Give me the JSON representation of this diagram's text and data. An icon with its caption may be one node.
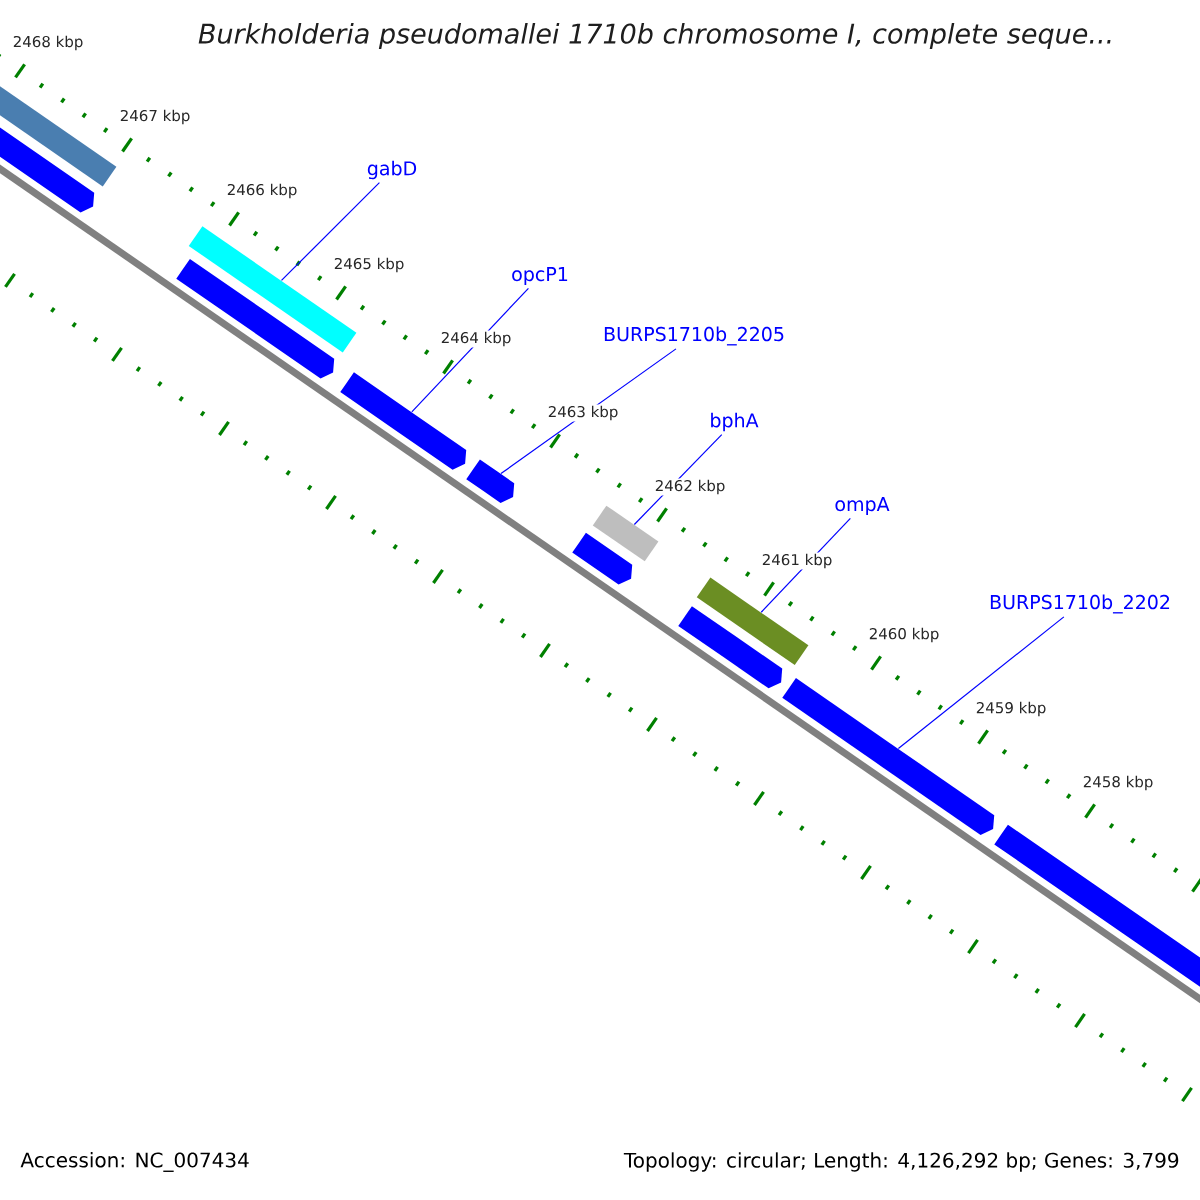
{
  "diagram": {
    "title": "Burkholderia pseudomallei 1710b chromosome I, complete seque...",
    "nodes": [
      {
        "text": [
          "gabD"
        ]
      },
      {
        "text": [
          "opcP1"
        ]
      },
      {
        "text": [
          "BURPS1710b_2205"
        ]
      },
      {
        "text": [
          "bphA"
        ]
      },
      {
        "text": [
          "ompA"
        ]
      },
      {
        "text": [
          "BURPS1710b_2202"
        ]
      },
      {
        "text": [],
        "shape": "bar"
      },
      {
        "text": [],
        "shape": "pentagon"
      },
      {
        "text": [],
        "shape": "bar"
      },
      {
        "text": [],
        "shape": "pentagon"
      },
      {
        "text": [],
        "shape": "pentagon"
      },
      {
        "text": [],
        "shape": "pentagon"
      },
      {
        "text": [],
        "shape": "pentagon"
      },
      {
        "text": [],
        "shape": "bar"
      },
      {
        "text": [],
        "shape": "pentagon"
      },
      {
        "text": [],
        "shape": "bar"
      },
      {
        "text": [],
        "shape": "pentagon"
      },
      {
        "text": [],
        "shape": "pentagon"
      }
    ],
    "edges": [
      {
        "from": 0,
        "to": 8,
        "arrow": "none"
      },
      {
        "from": 1,
        "to": 10,
        "arrow": "none"
      },
      {
        "from": 2,
        "to": 11,
        "arrow": "none"
      },
      {
        "from": 3,
        "to": 13,
        "arrow": "none"
      },
      {
        "from": 4,
        "to": 15,
        "arrow": "none"
      },
      {
        "from": 5,
        "to": 16,
        "arrow": "none"
      }
    ],
    "labels": [
      "2468 kbp",
      "2467 kbp",
      "2466 kbp",
      "2465 kbp",
      "2464 kbp",
      "2463 kbp",
      "2462 kbp",
      "2461 kbp",
      "2460 kbp",
      "2459 kbp",
      "2458 kbp",
      "Accession: NC_007434",
      "Topology: circular; Length: 4,126,292 bp; Genes: 3,799"
    ]
  }
}
